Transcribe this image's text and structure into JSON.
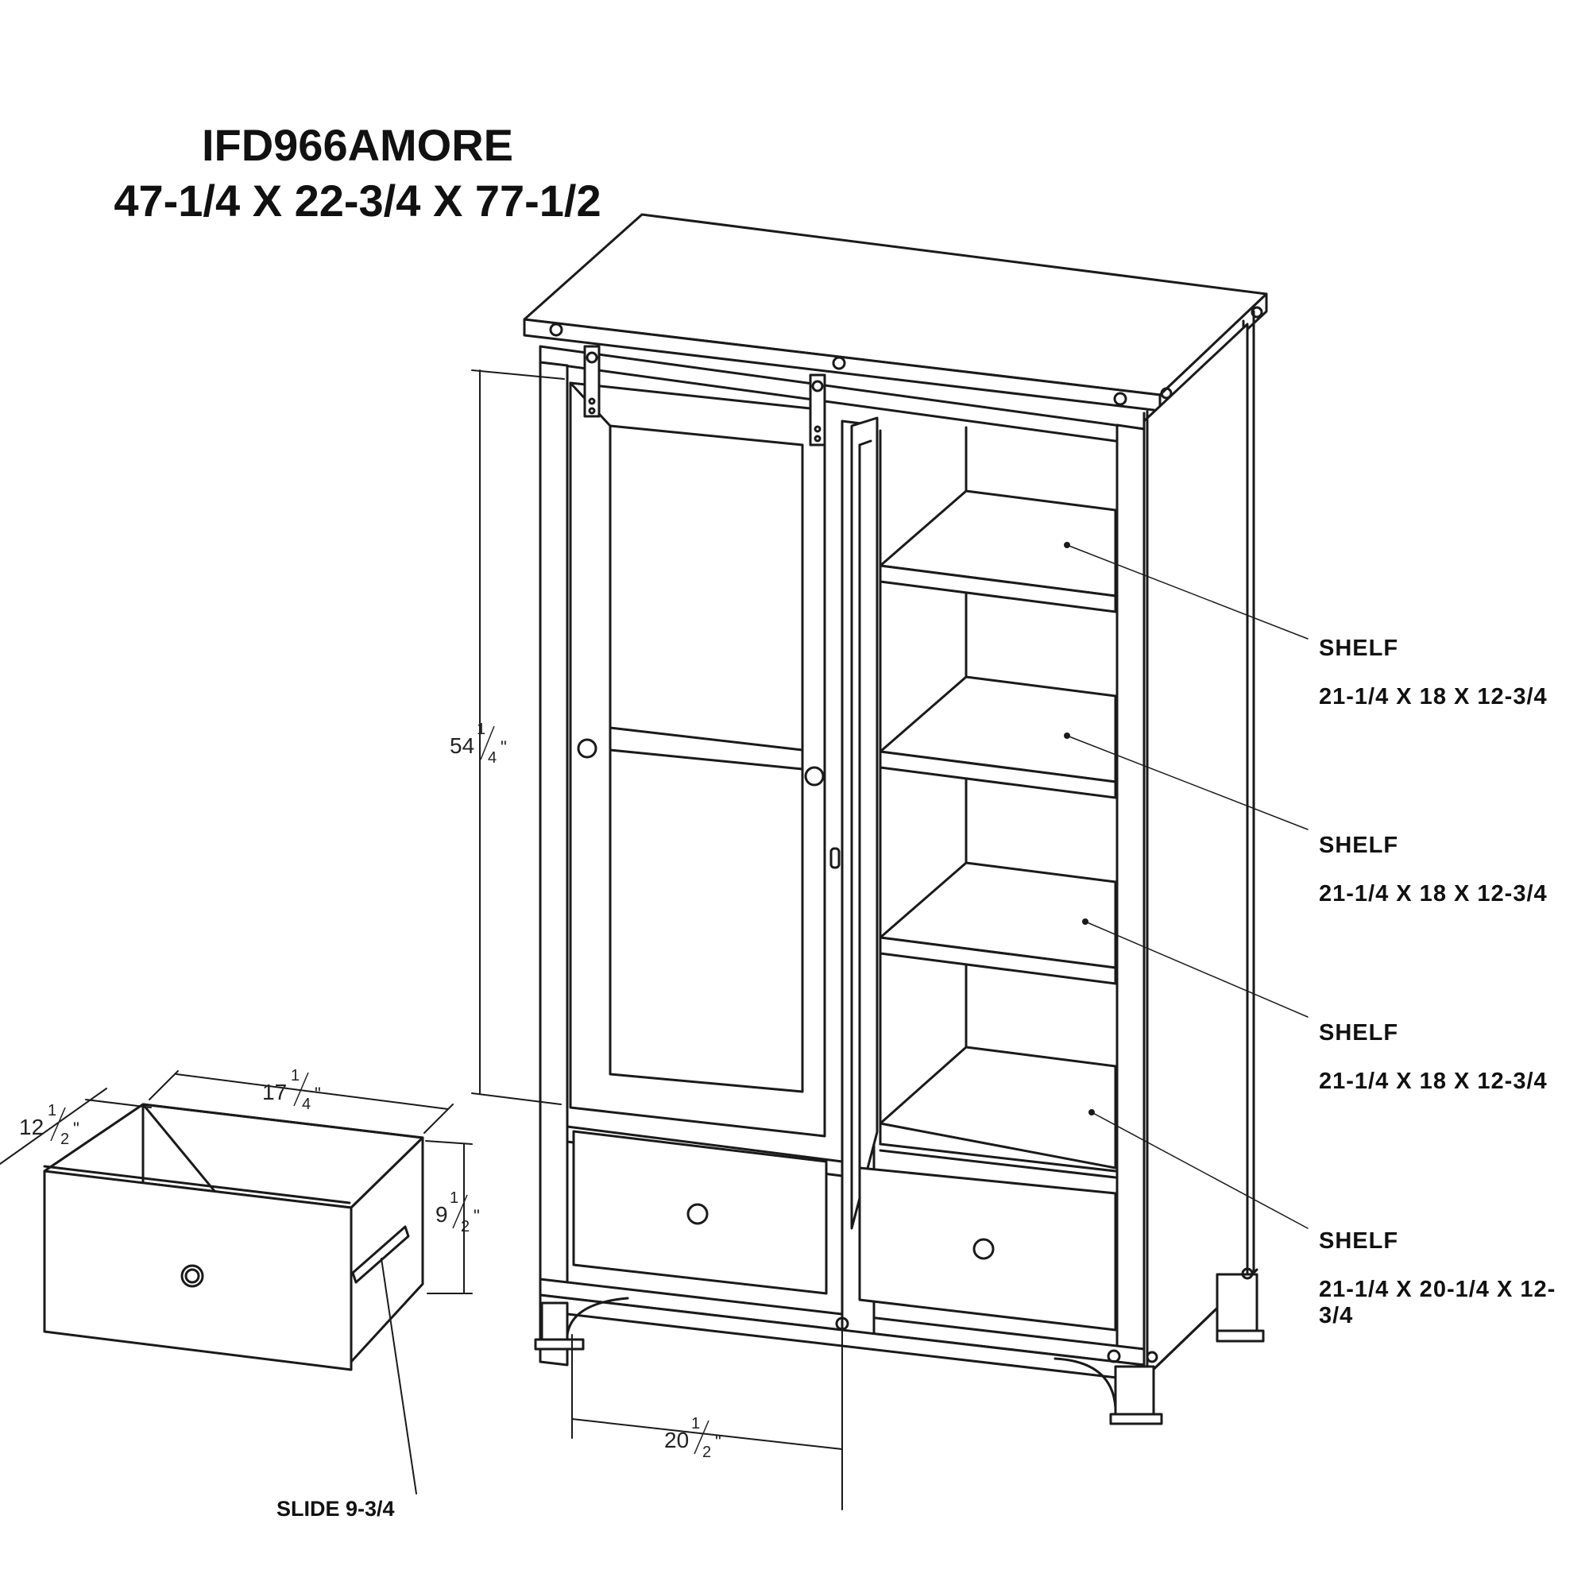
{
  "header": {
    "model": "IFD966AMORE",
    "overall_dimensions": "47-1/4 X 22-3/4 X 77-1/2"
  },
  "shelves": [
    {
      "label": "SHELF",
      "dims": "21-1/4 X 18 X 12-3/4"
    },
    {
      "label": "SHELF",
      "dims": "21-1/4 X 18 X 12-3/4"
    },
    {
      "label": "SHELF",
      "dims": "21-1/4 X 18 X 12-3/4"
    },
    {
      "label": "SHELF",
      "dims": "21-1/4 X 20-1/4 X 12-3/4"
    }
  ],
  "dimensions": {
    "height": {
      "whole": "54",
      "num": "1",
      "den": "4"
    },
    "width": {
      "whole": "20",
      "num": "1",
      "den": "2"
    },
    "drawer_width": {
      "whole": "17",
      "num": "1",
      "den": "4"
    },
    "drawer_depth": {
      "whole": "12",
      "num": "1",
      "den": "2"
    },
    "drawer_height": {
      "whole": "9",
      "num": "1",
      "den": "2"
    }
  },
  "slide_label": "SLIDE 9-3/4",
  "colors": {
    "line": "#1a1a1a",
    "fill": "#ffffff"
  }
}
